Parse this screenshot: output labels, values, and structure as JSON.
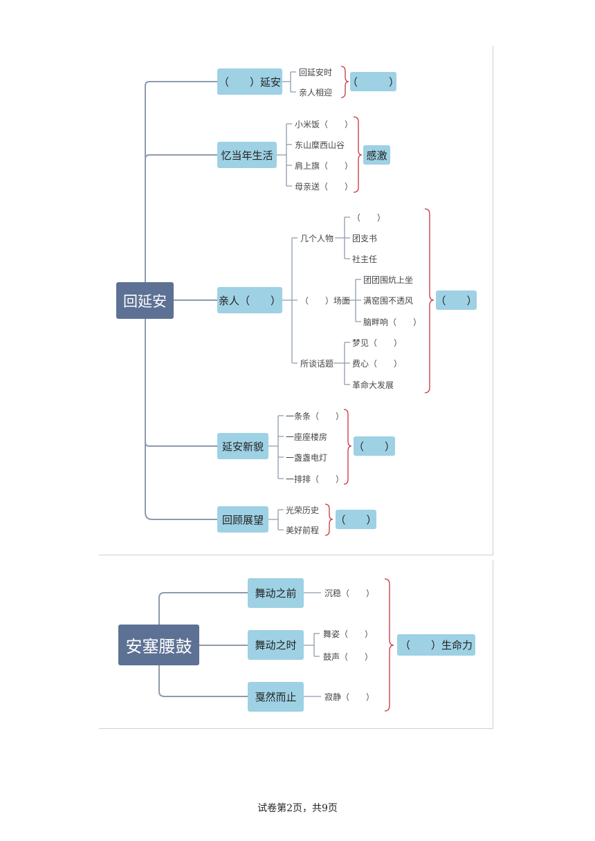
{
  "map1": {
    "root": "回延安",
    "branches": [
      {
        "label": "（　　）延安",
        "leaves": [
          "回延安时",
          "亲人相迎"
        ],
        "summary": "（　　　）"
      },
      {
        "label": "忆当年生活",
        "leaves": [
          "小米饭（　　）",
          "东山糜西山谷",
          "肩上旗（　　）",
          "母亲送（　　）"
        ],
        "summary": "感激"
      },
      {
        "label": "亲人（　　）",
        "groups": [
          {
            "label": "几个人物",
            "leaves": [
              "（　　）",
              "团支书",
              "社主任"
            ]
          },
          {
            "label": "（　　）场面",
            "leaves": [
              "团团围炕上坐",
              "满窑围不透风",
              "脑畔响（　　）"
            ]
          },
          {
            "label": "所谈话题",
            "leaves": [
              "梦见（　　）",
              "费心（　　）",
              "革命大发展"
            ]
          }
        ],
        "summary": "（　　）"
      },
      {
        "label": "延安新貌",
        "leaves": [
          "一条条（　　）",
          "一座座楼房",
          "一盏盏电灯",
          "一排排（　　）"
        ],
        "summary": "（　　）"
      },
      {
        "label": "回顾展望",
        "leaves": [
          "光荣历史",
          "美好前程"
        ],
        "summary": "（　　）"
      }
    ]
  },
  "map2": {
    "root": "安塞腰鼓",
    "branches": [
      {
        "label": "舞动之前",
        "leaves": [
          "沉稳（　　）"
        ]
      },
      {
        "label": "舞动之时",
        "leaves": [
          "舞姿（　　）",
          "鼓声（　　）"
        ]
      },
      {
        "label": "戛然而止",
        "leaves": [
          "寂静（　　）"
        ]
      }
    ],
    "summary": "（　　）生命力"
  },
  "footer": "试卷第2页，共9页",
  "colors": {
    "root_bg": "#5d7194",
    "node_bg": "#9ed1e4",
    "connector": "#8e9aab",
    "brace": "#c8323c"
  }
}
